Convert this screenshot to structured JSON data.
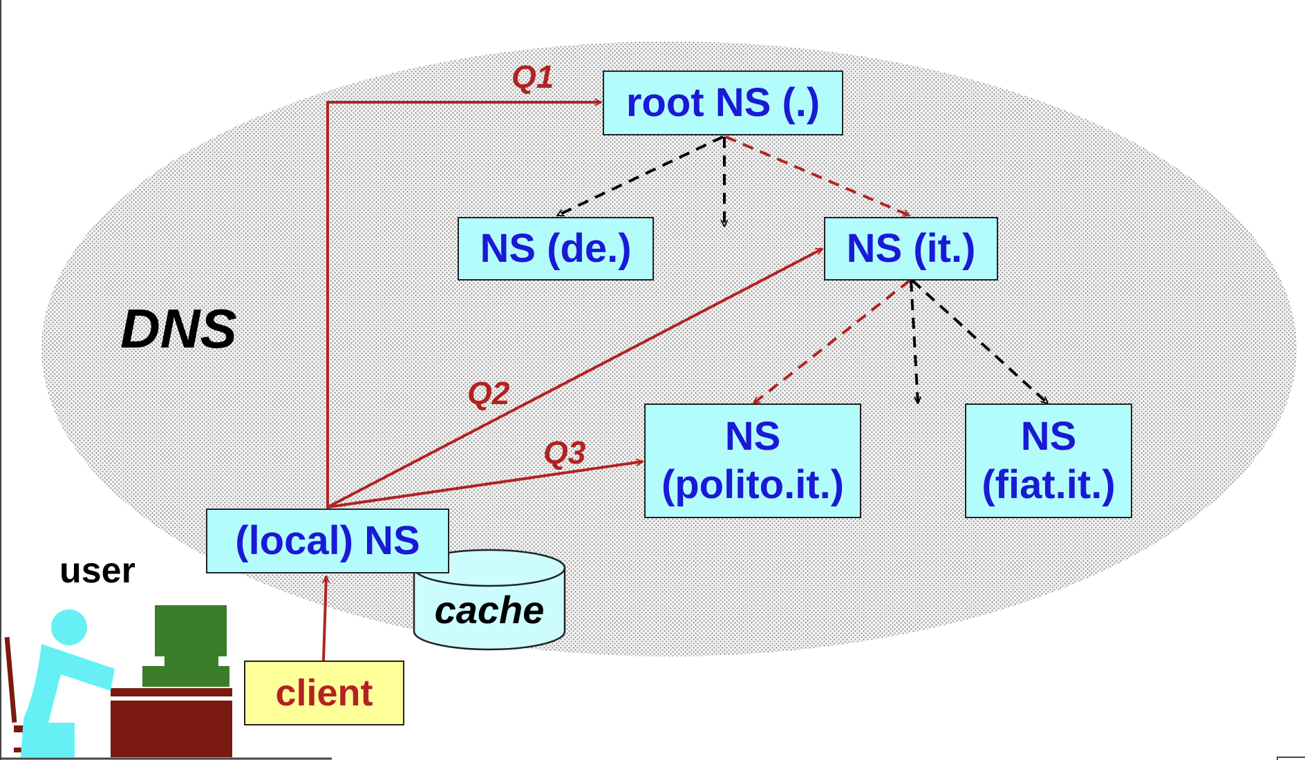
{
  "diagram": {
    "region_label": "DNS",
    "user_label": "user",
    "nodes": {
      "root": "root NS (.)",
      "de": "NS (de.)",
      "it": "NS (it.)",
      "polito_line1": "NS",
      "polito_line2": "(polito.it.)",
      "fiat_line1": "NS",
      "fiat_line2": "(fiat.it.)",
      "local": "(local) NS",
      "cache": "cache",
      "client": "client"
    },
    "queries": {
      "q1": "Q1",
      "q2": "Q2",
      "q3": "Q3"
    },
    "colors": {
      "box_fill": "#b3fcfc",
      "box_text": "#1a1ad6",
      "query_arrow": "#b22222",
      "hierarchy_arrow": "#000000",
      "client_fill": "#ffff99",
      "desk": "#7a1a10",
      "monitor": "#3a7d2a",
      "person": "#66f0f5"
    }
  }
}
